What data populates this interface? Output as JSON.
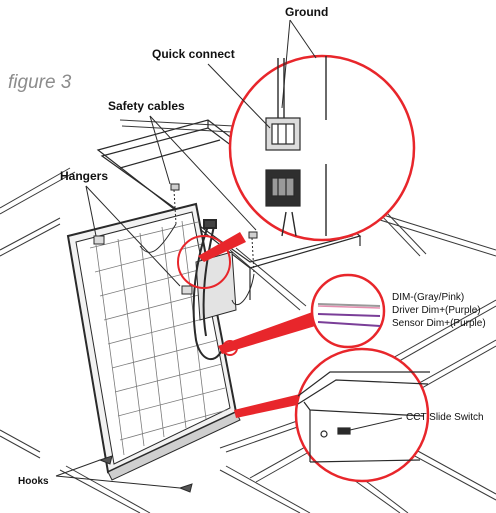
{
  "figure_label": "figure 3",
  "labels": {
    "ground": "Ground",
    "quick_connect": "Quick connect",
    "safety_cables": "Safety cables",
    "hangers": "Hangers",
    "hooks": "Hooks",
    "cct_slide_switch": "CCT Slide Switch"
  },
  "wire_labels": [
    "DIM-(Gray/Pink)",
    "Driver Dim+(Purple)",
    "Sensor Dim+(Purple)"
  ],
  "colors": {
    "callout_red": "#e8262b",
    "wire_gray": "#9a9a9a",
    "wire_pink": "#e58fb0",
    "wire_purple": "#7a3e98",
    "line": "#2a2a2a",
    "panel_fill": "#ececec"
  }
}
